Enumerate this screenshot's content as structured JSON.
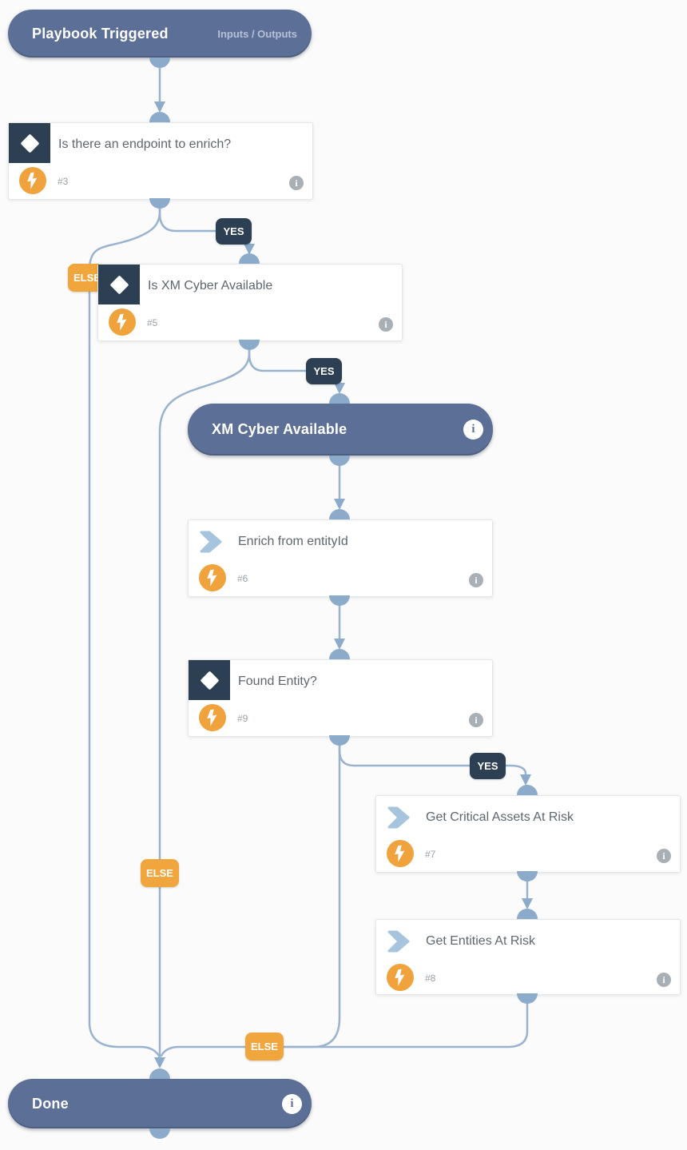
{
  "colors": {
    "node_blue": "#5c6f96",
    "badge_dark": "#2d4053",
    "badge_orange": "#f0a63c",
    "line": "#99b3cf",
    "connector": "#8cabcb",
    "bolt_orange": "#f0a33c",
    "chevron_blue": "#a6c4dd"
  },
  "labels": {
    "yes": "YES",
    "else": "ELSE"
  },
  "icons": {
    "info": "i"
  },
  "nodes": {
    "trigger": {
      "title": "Playbook Triggered",
      "io_label": "Inputs / Outputs"
    },
    "cond_endpoint": {
      "title": "Is there an endpoint to enrich?",
      "num": "#3"
    },
    "cond_xm": {
      "title": "Is XM Cyber Available",
      "num": "#5"
    },
    "section": {
      "title": "XM Cyber Available"
    },
    "enrich": {
      "title": "Enrich from entityId",
      "num": "#6"
    },
    "cond_found": {
      "title": "Found Entity?",
      "num": "#9"
    },
    "critical_assets": {
      "title": "Get Critical Assets At Risk",
      "num": "#7"
    },
    "entities_risk": {
      "title": "Get Entities At Risk",
      "num": "#8"
    },
    "done": {
      "title": "Done"
    }
  }
}
